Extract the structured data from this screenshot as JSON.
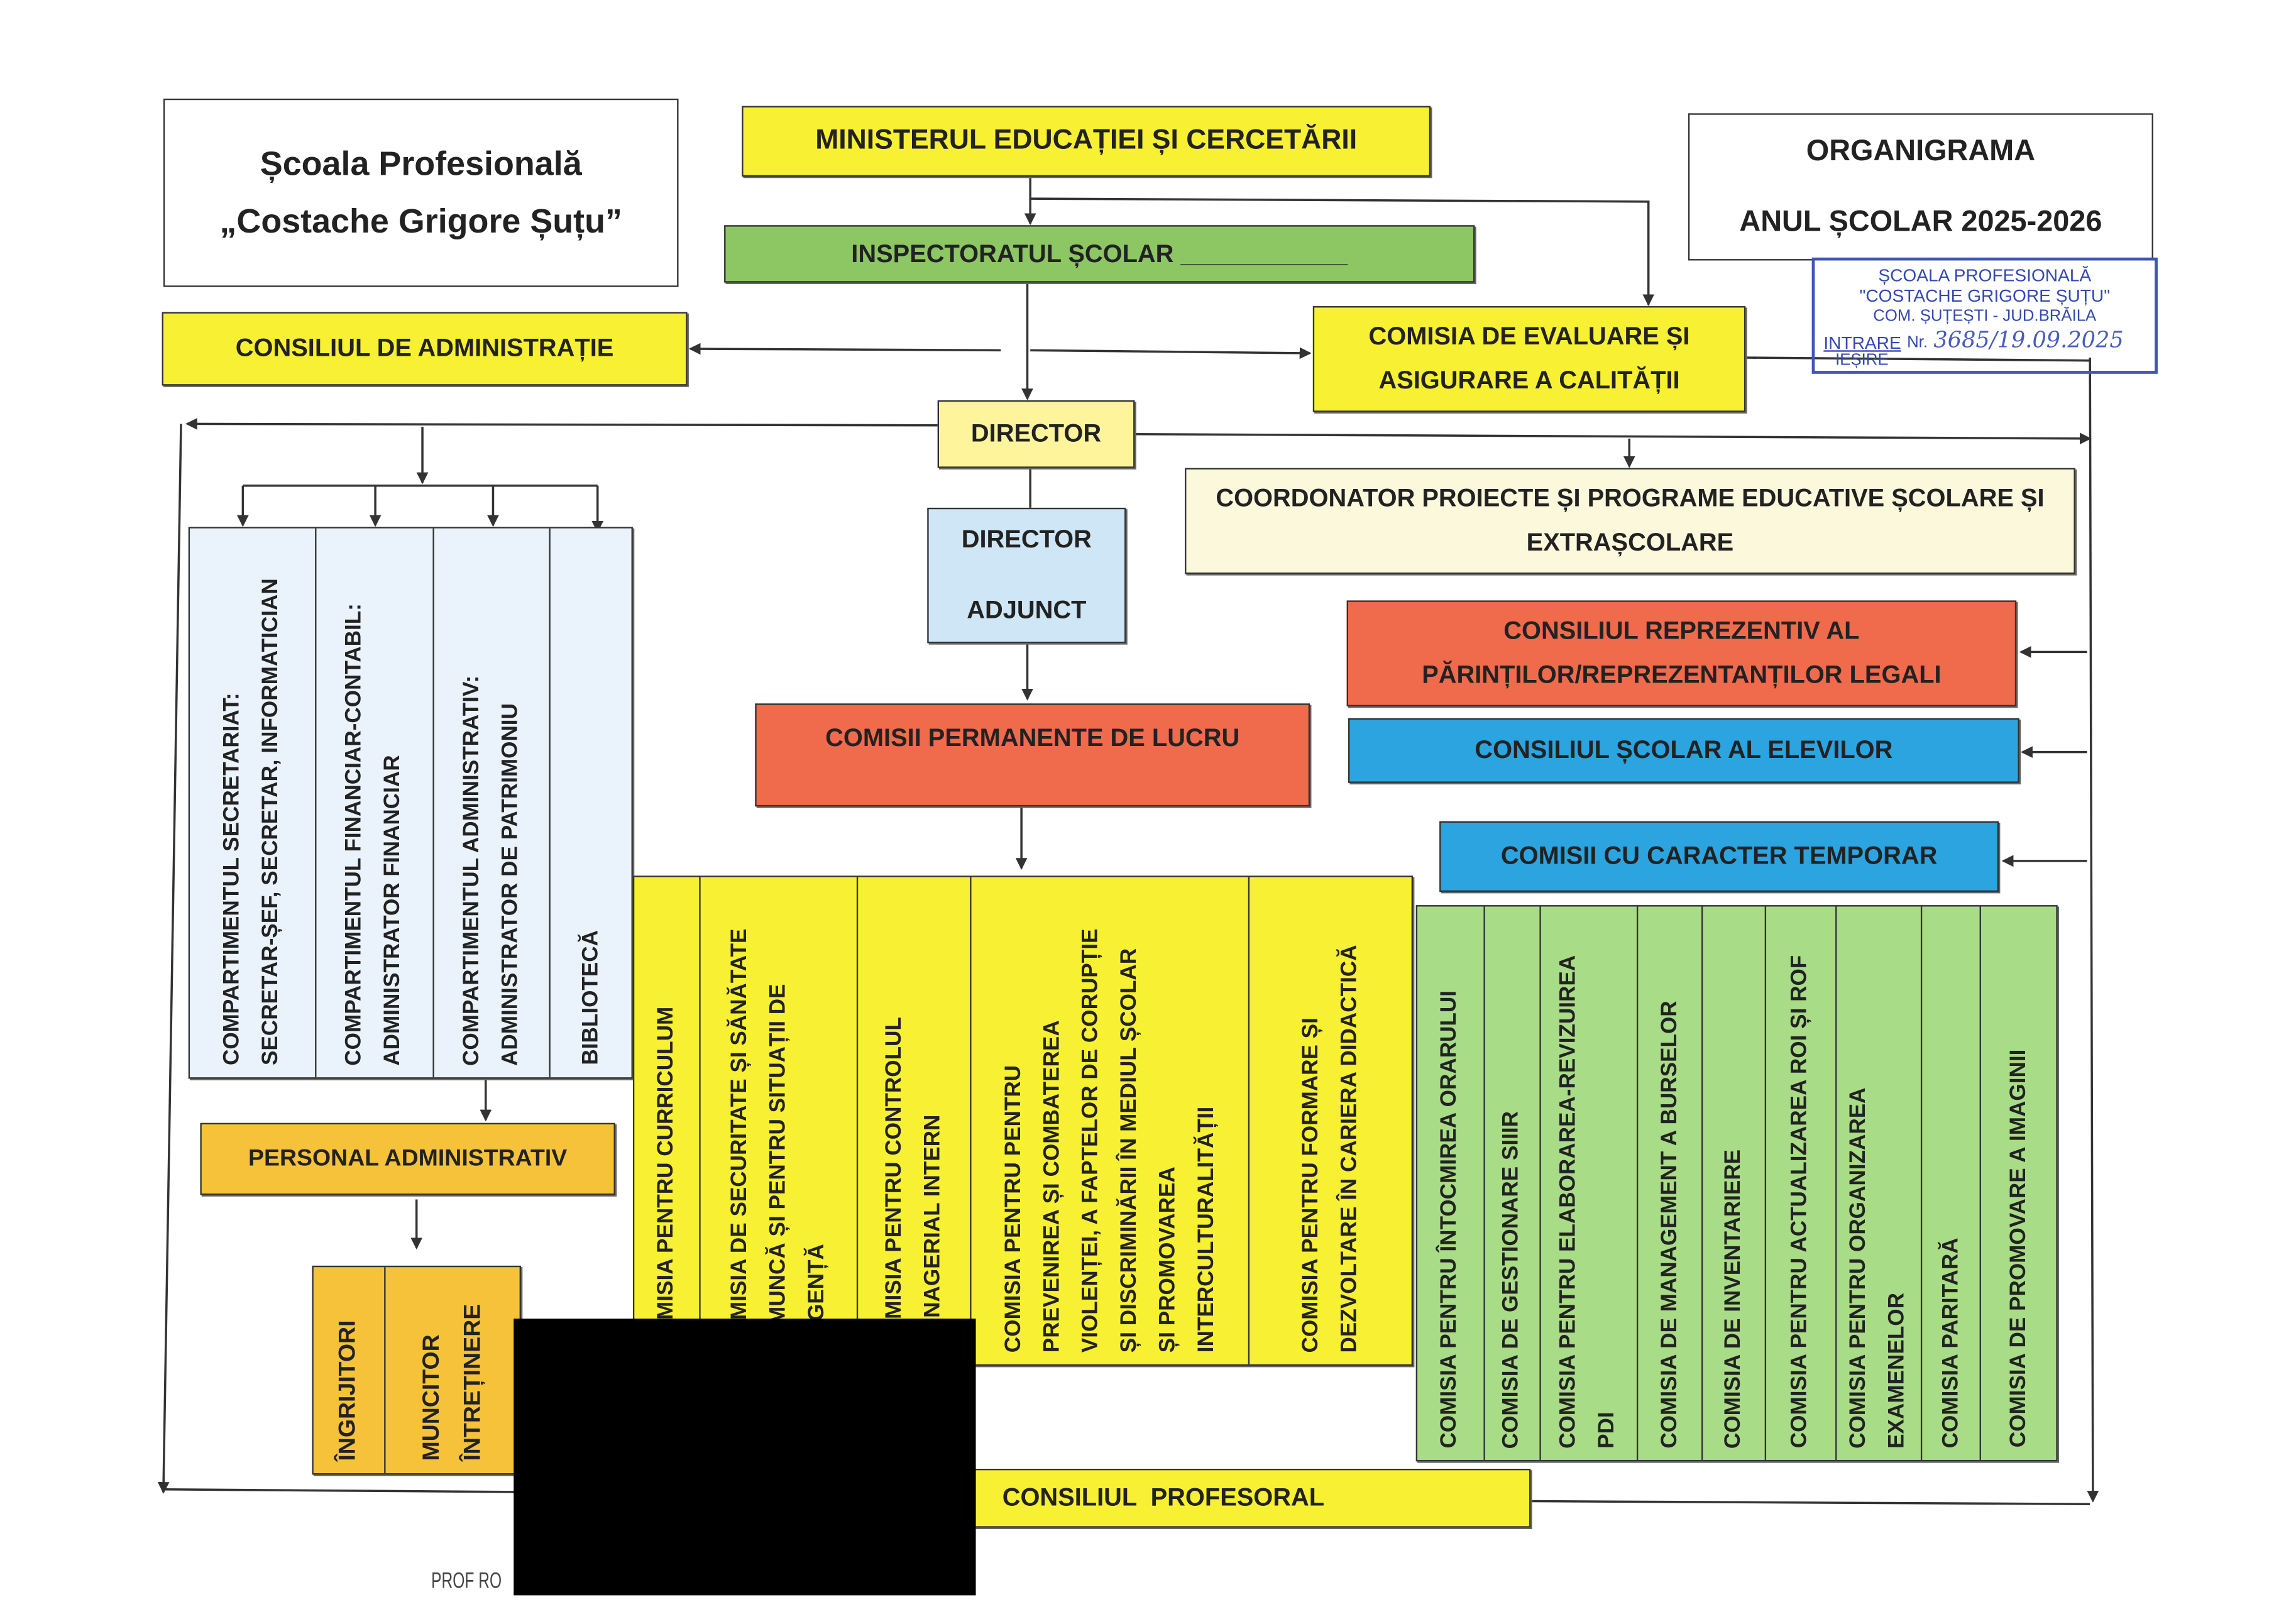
{
  "header": {
    "school_line1": "Școala Profesională",
    "school_line2": "„Costache Grigore Șuțu”",
    "org_title": "ORGANIGRAMA",
    "school_year": "ANUL ȘCOLAR 2025-2026"
  },
  "stamp": {
    "line1": "ȘCOALA PROFESIONALĂ",
    "line2": "\"COSTACHE GRIGORE ȘUȚU\"",
    "line3": "COM. ȘUȚEȘTI - JUD.BRĂILA",
    "intrare": "INTRARE",
    "iesire": "IEȘIRE",
    "nr_label": "Nr.",
    "nr_value": "3685/19.09.2025"
  },
  "nodes": {
    "minister": "MINISTERUL EDUCAȚIEI ȘI CERCETĂRII",
    "inspectorat": "INSPECTORATUL ȘCOLAR ____________",
    "consiliu_admin": "CONSILIUL DE ADMINISTRAȚIE",
    "ceac_line1": "COMISIA DE EVALUARE ȘI",
    "ceac_line2": "ASIGURARE A CALITĂȚII",
    "director": "DIRECTOR",
    "director_adjunct_line1": "DIRECTOR",
    "director_adjunct_line2": "ADJUNCT",
    "coordonator": "COORDONATOR PROIECTE ȘI PROGRAME EDUCATIVE ȘCOLARE ȘI EXTRAȘCOLARE",
    "consiliu_parinti_line1": "CONSILIUL REPREZENTIV AL",
    "consiliu_parinti_line2": "PĂRINȚILOR/REPREZENTANȚILOR LEGALI",
    "consiliu_elevi": "CONSILIUL ȘCOLAR AL ELEVILOR",
    "comisii_permanente": "COMISII PERMANENTE DE LUCRU",
    "comisii_temporare": "COMISII CU CARACTER TEMPORAR",
    "personal_admin": "PERSONAL ADMINISTRATIV",
    "consiliu_profesoral": "CONSILIUL  PROFESORAL"
  },
  "compartimente": [
    "COMPARTIMENTUL SECRETARIAT:\nSECRETAR-ȘEF, SECRETAR, INFORMATICIAN",
    "COMPARTIMENTUL FINANCIAR-CONTABIL:\nADMINISTRATOR FINANCIAR",
    "COMPARTIMENTUL ADMINISTRATIV:\nADMINISTRATOR DE PATRIMONIU",
    "BIBLIOTECĂ"
  ],
  "personal": [
    "ÎNGRIJITORI",
    "MUNCITOR\nÎNTREȚINERE"
  ],
  "comisii_permanente_list": [
    "COMISIA PENTRU CURRICULUM",
    "COMISIA DE SECURITATE ȘI SĂNĂTATE\nÎN MUNCĂ ȘI PENTRU SITUAȚII DE\nURGENȚĂ",
    "COMISIA PENTRU CONTROLUL\nMANAGERIAL INTERN",
    "COMISIA PENTRU PENTRU\nPREVENIREA ȘI COMBATEREA\nVIOLENȚEI, A FAPTELOR DE CORUPȚIE\nȘI DISCRIMINĂRII ÎN MEDIUL ȘCOLAR\nȘI PROMOVAREA\nINTERCULTURALITĂȚII",
    "COMISIA PENTRU FORMARE ȘI\nDEZVOLTARE ÎN CARIERA DIDACTICĂ"
  ],
  "comisii_temporare_list": [
    "COMISIA PENTRU ÎNTOCMIREA  ORARULUI",
    "COMISIA DE GESTIONARE SIIIR",
    "COMISIA PENTRU ELABORAREA-REVIZUIREA\nPDI",
    "COMISIA DE MANAGEMENT A BURSELOR",
    "COMISIA DE INVENTARIERE",
    "COMISIA PENTRU ACTUALIZAREA ROI ȘI ROF",
    "COMISIA PENTRU ORGANIZAREA\nEXAMENELOR",
    "COMISIA PARITARĂ",
    "COMISIA DE PROMOVARE A IMAGINII"
  ],
  "signature": "PROF RO"
}
